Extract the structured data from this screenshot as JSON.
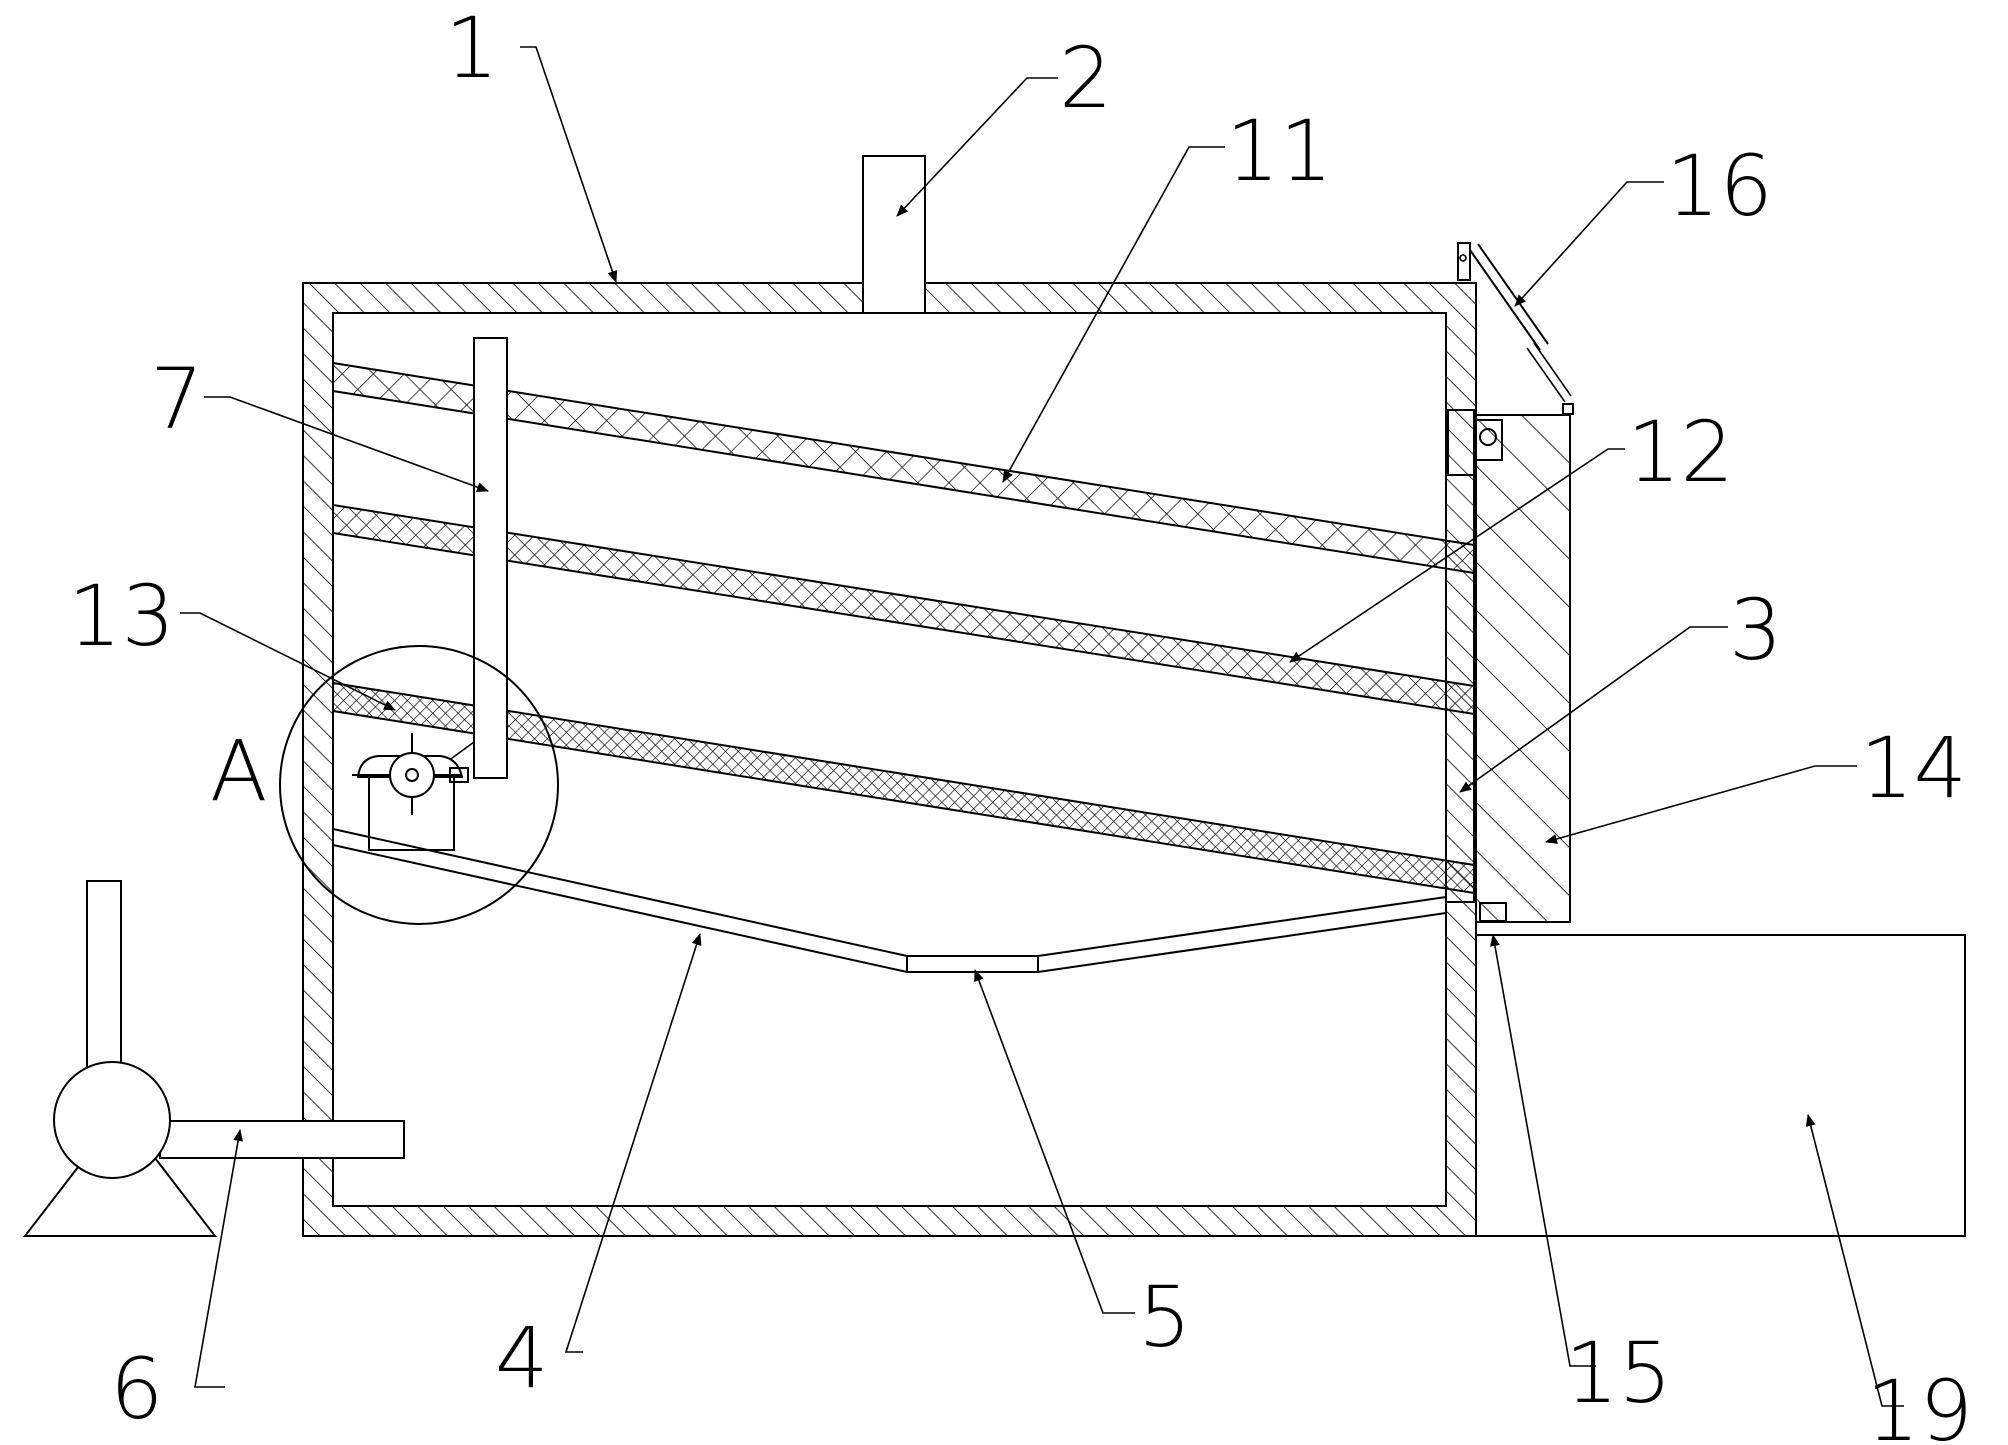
{
  "diagram": {
    "labels": {
      "housing": "1",
      "feed_inlet": "2",
      "side_plate": "3",
      "slope_plate": "4",
      "outlet": "5",
      "blower": "6",
      "vibrator": "7",
      "screen_top": "11",
      "screen_middle": "12",
      "screen_bottom": "13",
      "door": "14",
      "hinge": "15",
      "cylinder": "16",
      "collection_box": "19",
      "detail_view": "A"
    }
  }
}
